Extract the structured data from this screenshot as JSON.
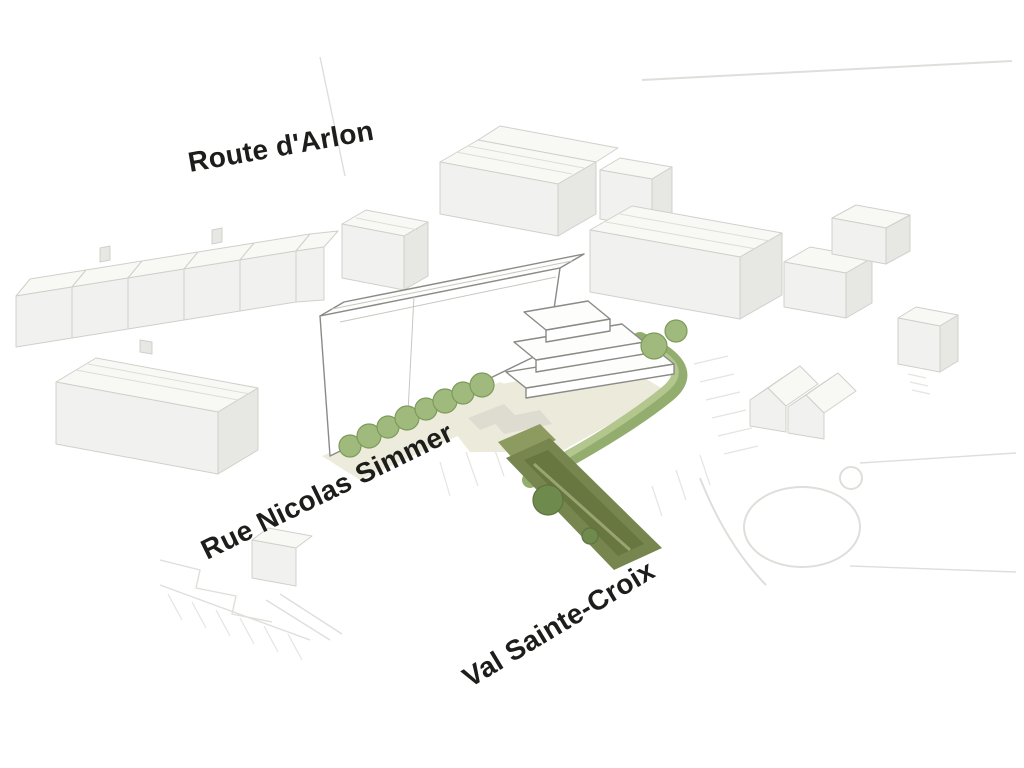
{
  "diagram": {
    "kind": "architectural-site-plan-axonometric",
    "labels": {
      "street_1": "Route d'Arlon",
      "street_2": "Rue Nicolas Simmer",
      "street_3": "Val Sainte-Croix"
    }
  },
  "colors": {
    "background": "#ffffff",
    "context_fill": "#f1f1ef",
    "context_side": "#e7e7e3",
    "context_roof": "#f8f8f5",
    "context_stroke": "#d0d0cb",
    "project_fill": "#ffffff",
    "project_stroke": "#8a8a86",
    "ground_beige": "#edecdc",
    "plaza": "#eceadb",
    "hedge_green": "#93ad6f",
    "tree_green": "#9fba7c",
    "tree_dark": "#6f8a4d",
    "path_olive": "#77864e",
    "road_line": "#dededa",
    "label_text": "#1d1d1b"
  }
}
